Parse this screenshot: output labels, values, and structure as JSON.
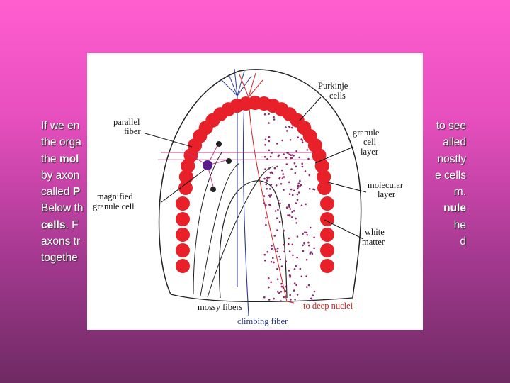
{
  "text_rows": [
    {
      "left": "If we en",
      "right": "to see"
    },
    {
      "left": "the orga",
      "right": "alled"
    },
    {
      "left": "the ",
      "left_bold": "mol",
      "right": "nostly"
    },
    {
      "left": "by axon",
      "right": "e cells"
    },
    {
      "left": "called ",
      "left_bold": "P",
      "right": "m."
    },
    {
      "left": "Below th",
      "right_bold": "nule"
    },
    {
      "left_bold": "cells",
      "left": ". F",
      "right": "he"
    },
    {
      "left": "axons tr",
      "right": "d"
    },
    {
      "left": "togethe",
      "right": ""
    }
  ],
  "labels": {
    "purkinje": [
      "Purkinje",
      "cells"
    ],
    "parallel": [
      "parallel",
      "fiber"
    ],
    "granule_layer": [
      "granule",
      "cell",
      "layer"
    ],
    "molecular": [
      "molecular",
      "layer"
    ],
    "magnified": [
      "magnified",
      "granule cell"
    ],
    "white": [
      "white",
      "matter"
    ],
    "mossy": "mossy fibers",
    "deep": "to deep nuclei",
    "climbing": "climbing fiber"
  },
  "colors": {
    "purkinje_cell": "#e8202a",
    "granule_dot": "#8a2a6a",
    "axon_blue": "#2b3a8f",
    "axon_red": "#d62020",
    "granule_magnified": "#5a1a8a"
  }
}
